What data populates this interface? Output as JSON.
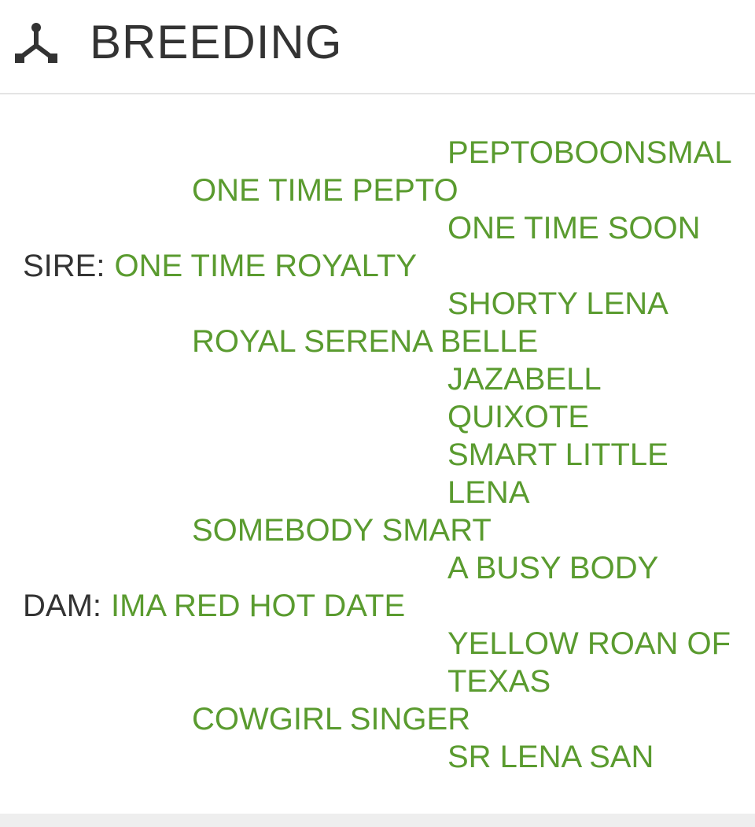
{
  "section": {
    "title": "BREEDING",
    "icon": "pedigree-tree-icon"
  },
  "colors": {
    "horse_link": "#5a9b2f",
    "label_text": "#333333",
    "divider": "#e4e4e4"
  },
  "pedigree": {
    "sire_label": "SIRE:",
    "sire": "ONE TIME ROYALTY",
    "sire_sire": "ONE TIME PEPTO",
    "sire_sire_sire": "PEPTOBOONSMAL",
    "sire_sire_dam": "ONE TIME SOON",
    "sire_dam": "ROYAL SERENA BELLE",
    "sire_dam_sire": "SHORTY LENA",
    "sire_dam_dam_line1": "JAZABELL",
    "sire_dam_dam_line2": "QUIXOTE",
    "dam_label": "DAM:",
    "dam": "IMA RED HOT DATE",
    "dam_sire": "SOMEBODY SMART",
    "dam_sire_sire_line1": "SMART LITTLE",
    "dam_sire_sire_line2": "LENA",
    "dam_sire_dam": "A BUSY BODY",
    "dam_dam": "COWGIRL SINGER",
    "dam_dam_sire_line1": "YELLOW ROAN OF",
    "dam_dam_sire_line2": "TEXAS",
    "dam_dam_dam": "SR LENA SAN"
  }
}
